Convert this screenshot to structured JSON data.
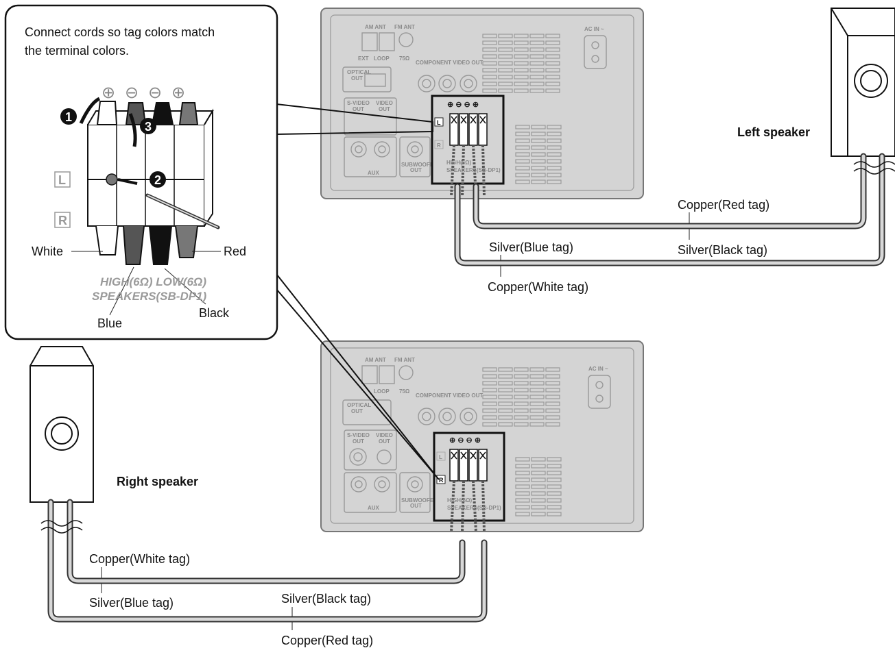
{
  "instruction": {
    "line1": "Connect cords so tag colors match",
    "line2": "the terminal colors."
  },
  "detail": {
    "steps": [
      "1",
      "2",
      "3"
    ],
    "polarity": [
      "⊕",
      "⊖",
      "⊖",
      "⊕"
    ],
    "channels": [
      "L",
      "R"
    ],
    "tags": {
      "white": "White",
      "red": "Red",
      "blue": "Blue",
      "black": "Black"
    },
    "terminal_line1": "HIGH(6Ω) LOW(6Ω)",
    "terminal_line2": "SPEAKERS(SB-DP1)"
  },
  "unit": {
    "am_ant": "AM ANT",
    "fm_ant": "FM ANT",
    "ext": "EXT",
    "loop": "LOOP",
    "ohm75": "75Ω",
    "component_video_out": "COMPONENT VIDEO OUT",
    "optical_out_1": "OPTICAL",
    "optical_out_2": "OUT",
    "s_video_1": "S-VIDEO",
    "s_video_2": "OUT",
    "video_1": "VIDEO",
    "video_2": "OUT",
    "aux": "AUX",
    "subwoofer_1": "SUBWOOFER",
    "subwoofer_2": "OUT",
    "ac_in": "AC IN ~",
    "terminal_polarity": "⊕ ⊖ ⊖ ⊕",
    "terminal_caption_1": "HIGH(6Ω)",
    "terminal_caption_2": "SPEAKERS(SB-DP1)",
    "left_channel": "L",
    "right_channel": "R"
  },
  "left_wiring": {
    "speaker_label": "Left speaker",
    "copper_red": "Copper(Red tag)",
    "silver_black": "Silver(Black tag)",
    "silver_blue": "Silver(Blue tag)",
    "copper_white": "Copper(White tag)"
  },
  "right_wiring": {
    "speaker_label": "Right speaker",
    "copper_white": "Copper(White tag)",
    "silver_blue": "Silver(Blue tag)",
    "silver_black": "Silver(Black tag)",
    "copper_red": "Copper(Red tag)"
  }
}
